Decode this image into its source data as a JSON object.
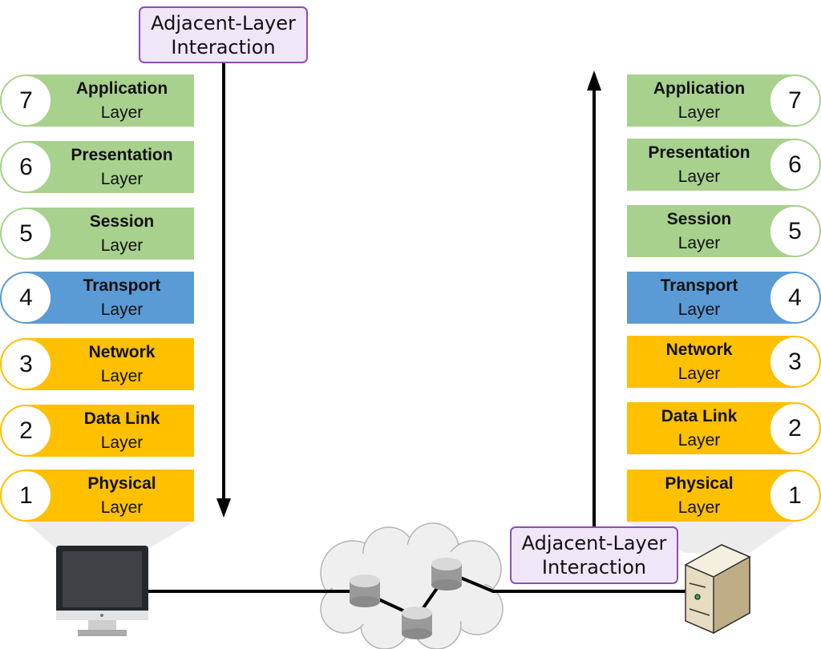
{
  "colors": {
    "application_group": "#a9d18e",
    "transport": "#5b9bd5",
    "network_group": "#ffc000",
    "label_fill": "#efe6f7",
    "label_border": "#8a4fb5"
  },
  "layers": [
    {
      "num": "7",
      "name": "Application",
      "suffix": "Layer",
      "color": "#a9d18e"
    },
    {
      "num": "6",
      "name": "Presentation",
      "suffix": "Layer",
      "color": "#a9d18e"
    },
    {
      "num": "5",
      "name": "Session",
      "suffix": "Layer",
      "color": "#a9d18e"
    },
    {
      "num": "4",
      "name": "Transport",
      "suffix": "Layer",
      "color": "#5b9bd5"
    },
    {
      "num": "3",
      "name": "Network",
      "suffix": "Layer",
      "color": "#ffc000"
    },
    {
      "num": "2",
      "name": "Data Link",
      "suffix": "Layer",
      "color": "#ffc000"
    },
    {
      "num": "1",
      "name": "Physical",
      "suffix": "Layer",
      "color": "#ffc000"
    }
  ],
  "top_label": {
    "line1": "Adjacent-Layer",
    "line2": "Interaction"
  },
  "bottom_label": {
    "line1": "Adjacent-Layer",
    "line2": "Interaction"
  },
  "icons": {
    "client": "desktop-computer-icon",
    "network": "cloud-routers-icon",
    "server": "server-tower-icon"
  }
}
